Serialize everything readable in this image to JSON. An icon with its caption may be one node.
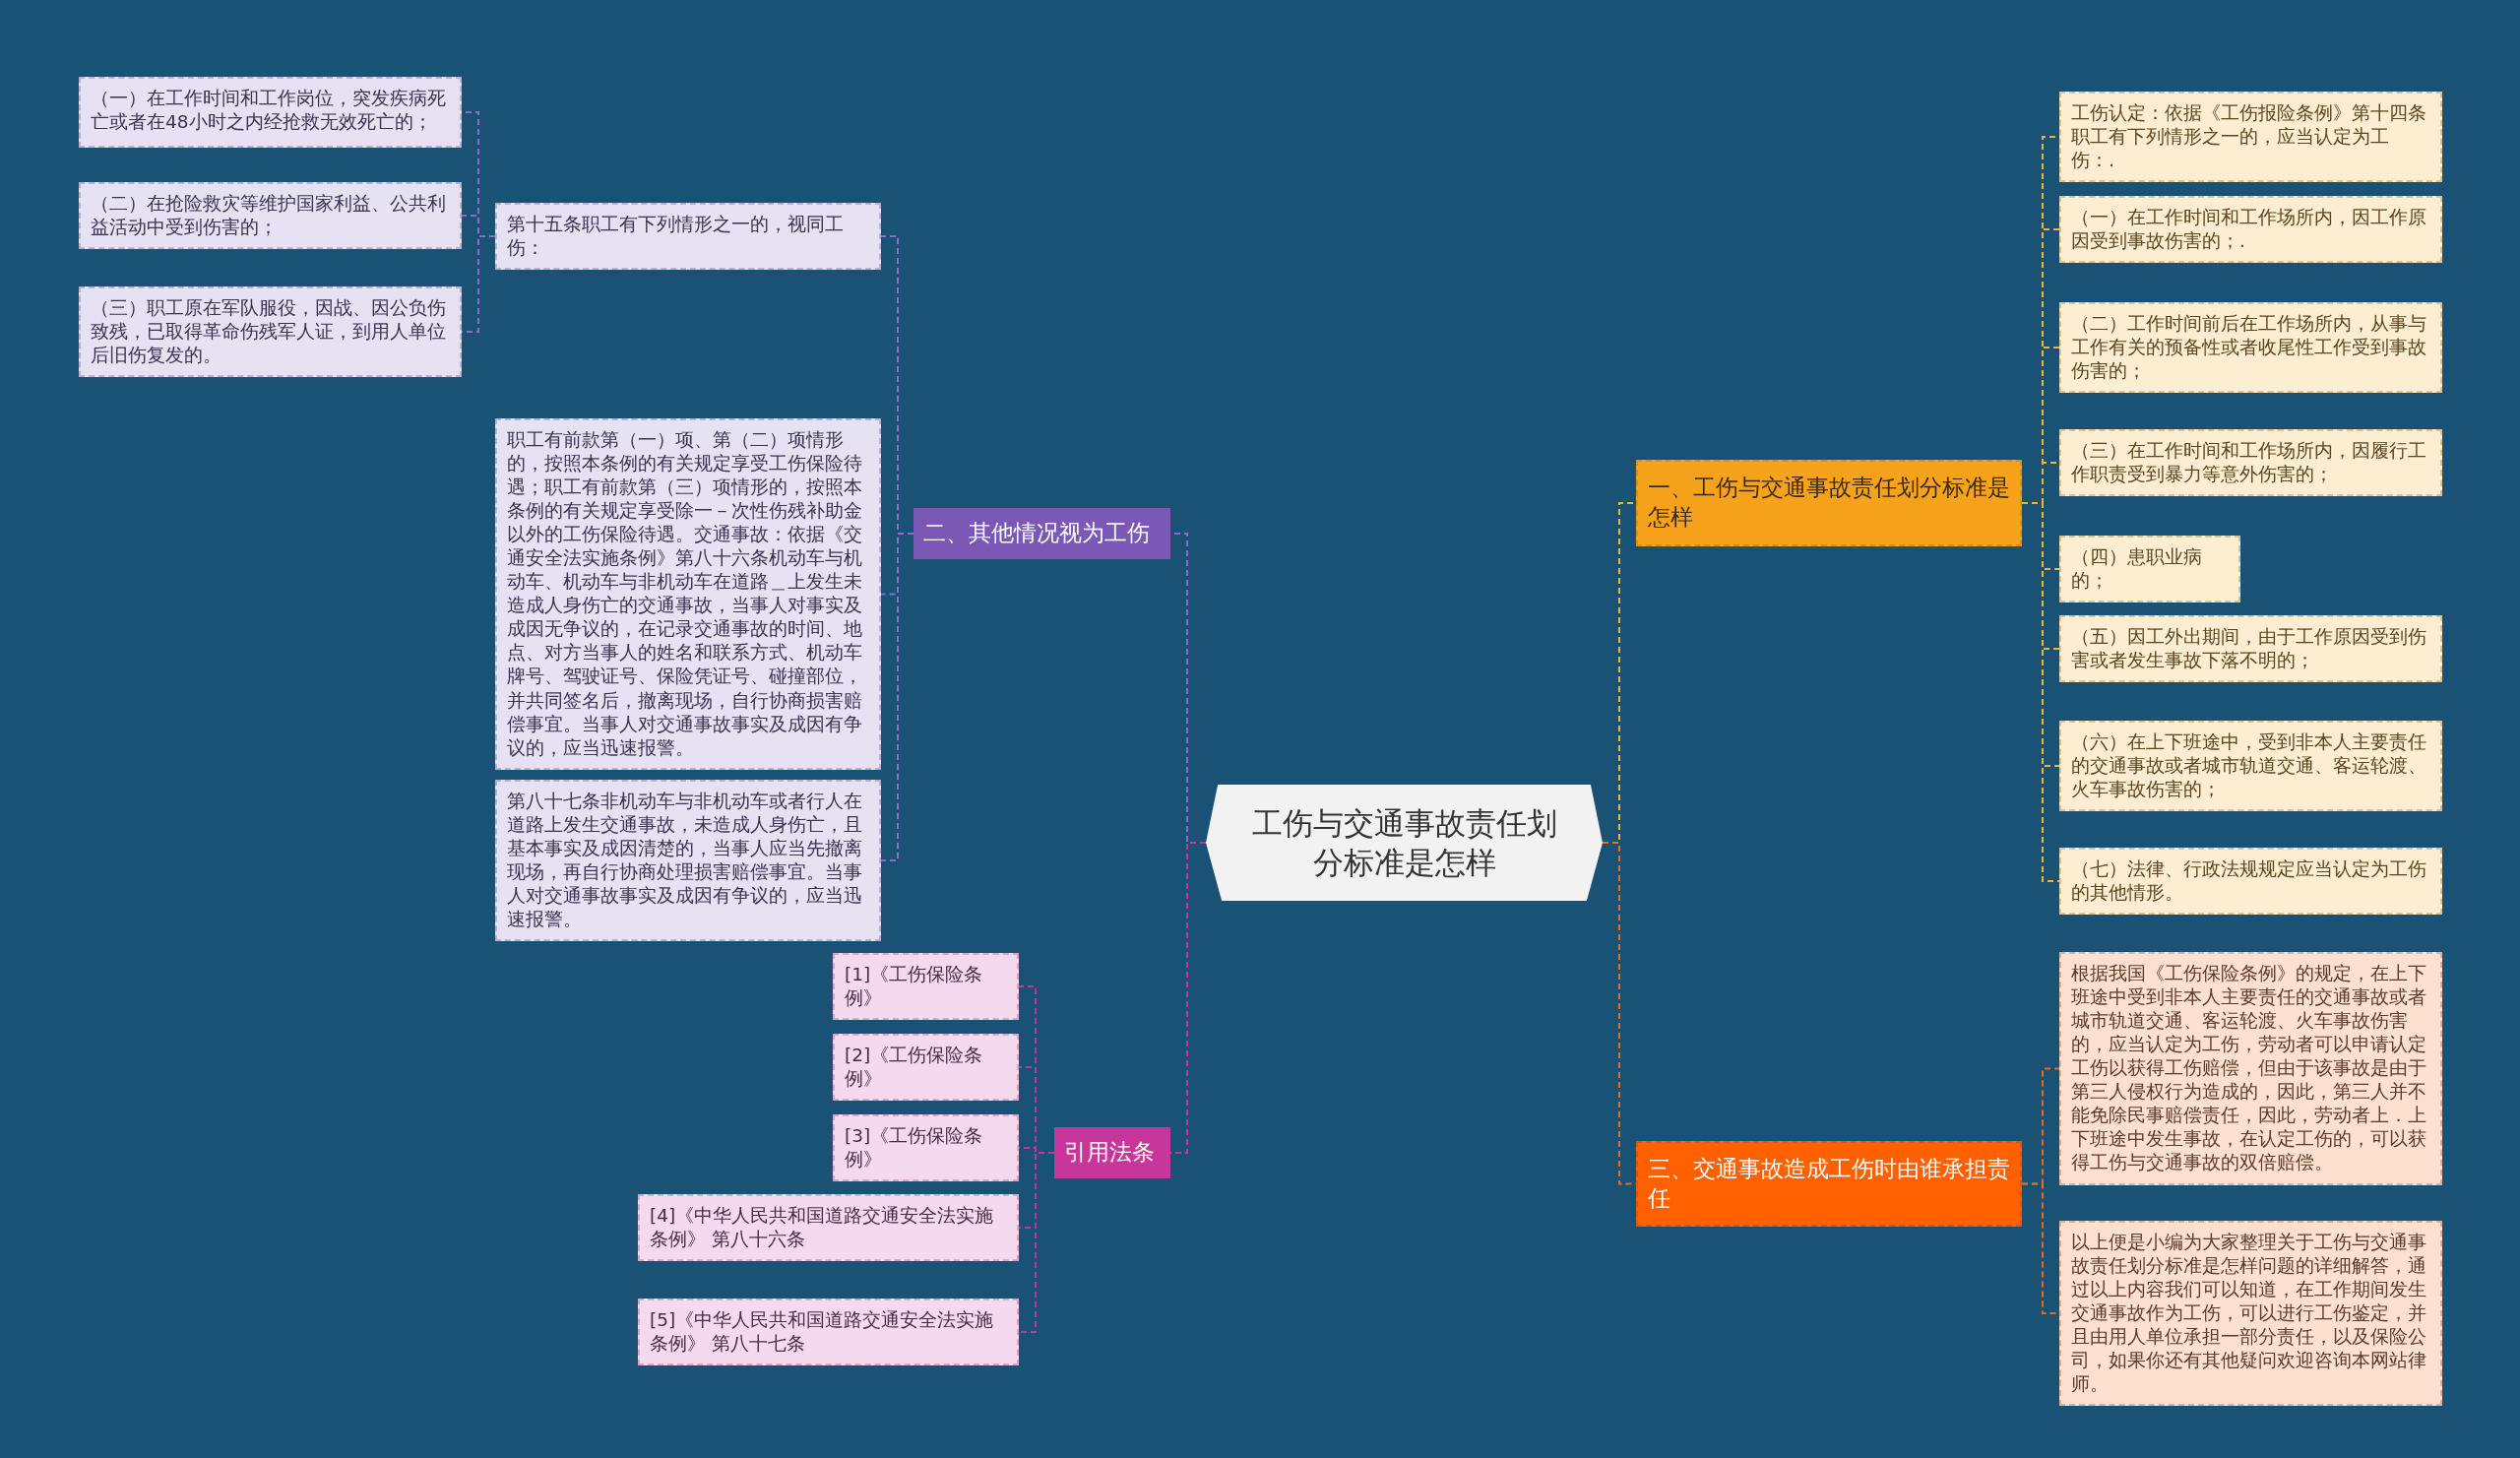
{
  "diagram": {
    "nodes": [
      {
        "text": [
          "工伤与交通事故责任划分标准是怎样"
        ]
      },
      {
        "text": [
          "一、工伤与交通事故责任划分标准是怎样"
        ]
      },
      {
        "text": [
          "三、交通事故造成工伤时由谁承担责任"
        ]
      },
      {
        "text": [
          "二、其他情况视为工伤"
        ]
      },
      {
        "text": [
          "引用法条"
        ]
      },
      {
        "text": [
          "工伤认定：依据《工伤报险条例》第十四条职工有下列情形之一的，应当认定为工伤：."
        ]
      },
      {
        "text": [
          "（一）在工作时间和工作场所内，因工作原因受到事故伤害的；."
        ]
      },
      {
        "text": [
          "（二）工作时间前后在工作场所内，从事与工作有关的预备性或者收尾性工作受到事故伤害的；"
        ]
      },
      {
        "text": [
          "（三）在工作时间和工作场所内，因履行工作职责受到暴力等意外伤害的；"
        ]
      },
      {
        "text": [
          "（四）患职业病的；"
        ]
      },
      {
        "text": [
          "（五）因工外出期间，由于工作原因受到伤害或者发生事故下落不明的；"
        ]
      },
      {
        "text": [
          "（六）在上下班途中，受到非本人主要责任的交通事故或者城市轨道交通、客运轮渡、火车事故伤害的；"
        ]
      },
      {
        "text": [
          "（七）法律、行政法规规定应当认定为工伤的其他情形。"
        ]
      },
      {
        "text": [
          "根据我国《工伤保险条例》的规定，在上下班途中受到非本人主要责任的交通事故或者城市轨道交通、客运轮渡、火车事故伤害的，应当认定为工伤，劳动者可以申请认定工伤以获得工伤赔偿，但由于该事故是由于第三人侵权行为造成的，因此，第三人并不能免除民事赔偿责任，因此，劳动者上．上下班途中发生事故，在认定工伤的，可以获得工伤与交通事故的双倍赔偿。"
        ]
      },
      {
        "text": [
          "以上便是小编为大家整理关于工伤与交通事故责任划分标准是怎样问题的详细解答，通过以上内容我们可以知道，在工作期间发生交通事故作为工伤，可以进行工伤鉴定，并且由用人单位承担一部分责任，以及保险公司，如果你还有其他疑问欢迎咨询本网站律师。"
        ]
      },
      {
        "text": [
          "第十五条职工有下列情形之一的，视同工伤："
        ]
      },
      {
        "text": [
          "（一）在工作时间和工作岗位，突发疾病死亡或者在48小时之内经抢救无效死亡的；"
        ]
      },
      {
        "text": [
          "（二）在抢险救灾等维护国家利益、公共利益活动中受到伤害的；"
        ]
      },
      {
        "text": [
          "（三）职工原在军队服役，因战、因公负伤致残，已取得革命伤残军人证，到用人单位后旧伤复发的。"
        ]
      },
      {
        "text": [
          "职工有前款第（一）项、第（二）项情形的，按照本条例的有关规定享受工伤保险待遇；职工有前款第（三）项情形的，按照本条例的有关规定享受除一－次性伤残补助金以外的工伤保险待遇。交通事故：依据《交通安全法实施条例》第八十六条机动车与机动车、机动车与非机动车在道路＿上发生未造成人身伤亡的交通事故，当事人对事实及成因无争议的，在记录交通事故的时间、地点、对方当事人的姓名和联系方式、机动车牌号、驾驶证号、保险凭证号、碰撞部位，并共同签名后，撤离现场，自行协商损害赔偿事宜。当事人对交通事故事实及成因有争议的，应当迅速报警。"
        ]
      },
      {
        "text": [
          "第八十七条非机动车与非机动车或者行人在道路上发生交通事故，未造成人身伤亡，且基本事实及成因清楚的，当事人应当先撤离现场，再自行协商处理损害赔偿事宜。当事人对交通事故事实及成因有争议的，应当迅速报警。"
        ]
      },
      {
        "text": [
          "[1]《工伤保险条例》"
        ]
      },
      {
        "text": [
          "[2]《工伤保险条例》"
        ]
      },
      {
        "text": [
          "[3]《工伤保险条例》"
        ]
      },
      {
        "text": [
          "[4]《中华人民共和国道路交通安全法实施条例》 第八十六条"
        ]
      },
      {
        "text": [
          "[5]《中华人民共和国道路交通安全法实施条例》 第八十七条"
        ]
      }
    ],
    "edges": [
      {
        "from": 0,
        "to": 1,
        "arrow": "none",
        "style": "dashed",
        "color": "#f2b530"
      },
      {
        "from": 0,
        "to": 2,
        "arrow": "none",
        "style": "dashed",
        "color": "#f06a1e"
      },
      {
        "from": 0,
        "to": 3,
        "arrow": "none",
        "style": "dashed",
        "color": "#8e6cc8"
      },
      {
        "from": 0,
        "to": 4,
        "arrow": "none",
        "style": "dashed",
        "color": "#c8359b"
      },
      {
        "from": 1,
        "to": 5,
        "arrow": "none",
        "style": "dashed",
        "color": "#f2b530"
      },
      {
        "from": 1,
        "to": 6,
        "arrow": "none",
        "style": "dashed",
        "color": "#f2b530"
      },
      {
        "from": 1,
        "to": 7,
        "arrow": "none",
        "style": "dashed",
        "color": "#f2b530"
      },
      {
        "from": 1,
        "to": 8,
        "arrow": "none",
        "style": "dashed",
        "color": "#f2b530"
      },
      {
        "from": 1,
        "to": 9,
        "arrow": "none",
        "style": "dashed",
        "color": "#f2b530"
      },
      {
        "from": 1,
        "to": 10,
        "arrow": "none",
        "style": "dashed",
        "color": "#f2b530"
      },
      {
        "from": 1,
        "to": 11,
        "arrow": "none",
        "style": "dashed",
        "color": "#f2b530"
      },
      {
        "from": 1,
        "to": 12,
        "arrow": "none",
        "style": "dashed",
        "color": "#f2b530"
      },
      {
        "from": 2,
        "to": 13,
        "arrow": "none",
        "style": "dashed",
        "color": "#f06a1e"
      },
      {
        "from": 2,
        "to": 14,
        "arrow": "none",
        "style": "dashed",
        "color": "#f06a1e"
      },
      {
        "from": 3,
        "to": 15,
        "arrow": "none",
        "style": "dashed",
        "color": "#8e6cc8"
      },
      {
        "from": 3,
        "to": 19,
        "arrow": "none",
        "style": "dashed",
        "color": "#8e6cc8"
      },
      {
        "from": 3,
        "to": 20,
        "arrow": "none",
        "style": "dashed",
        "color": "#8e6cc8"
      },
      {
        "from": 15,
        "to": 16,
        "arrow": "none",
        "style": "dashed",
        "color": "#8e6cc8"
      },
      {
        "from": 15,
        "to": 17,
        "arrow": "none",
        "style": "dashed",
        "color": "#8e6cc8"
      },
      {
        "from": 15,
        "to": 18,
        "arrow": "none",
        "style": "dashed",
        "color": "#8e6cc8"
      },
      {
        "from": 4,
        "to": 21,
        "arrow": "none",
        "style": "dashed",
        "color": "#c8359b"
      },
      {
        "from": 4,
        "to": 22,
        "arrow": "none",
        "style": "dashed",
        "color": "#c8359b"
      },
      {
        "from": 4,
        "to": 23,
        "arrow": "none",
        "style": "dashed",
        "color": "#c8359b"
      },
      {
        "from": 4,
        "to": 24,
        "arrow": "none",
        "style": "dashed",
        "color": "#c8359b"
      },
      {
        "from": 4,
        "to": 25,
        "arrow": "none",
        "style": "dashed",
        "color": "#c8359b"
      }
    ]
  }
}
